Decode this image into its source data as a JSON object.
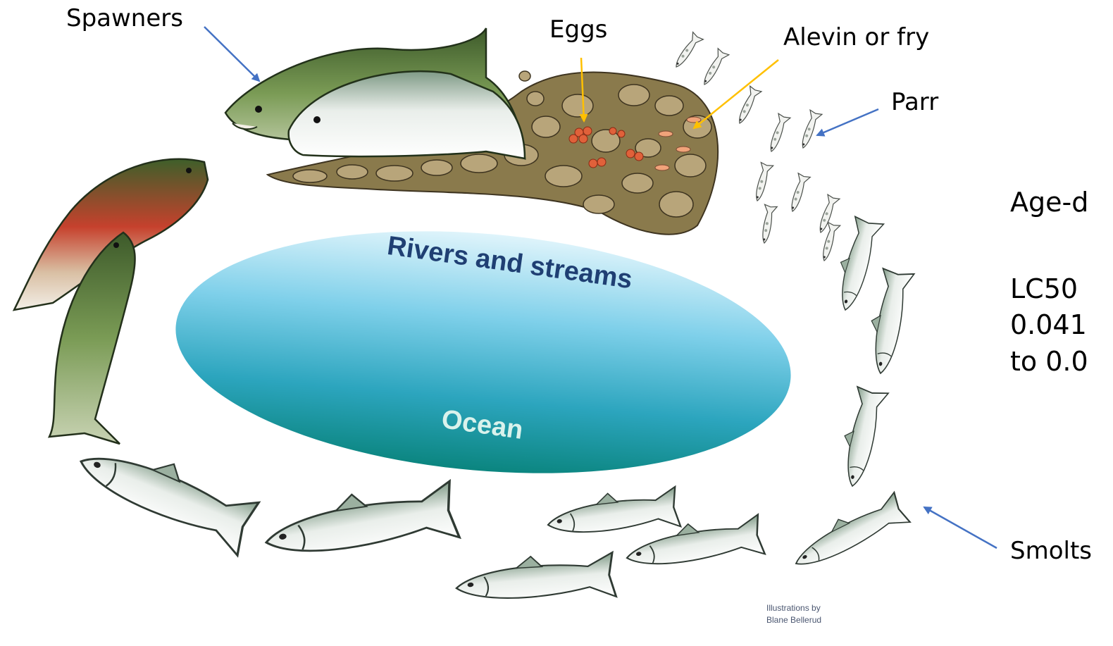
{
  "labels": {
    "spawners": "Spawners",
    "eggs": "Eggs",
    "alevin_or_fry": "Alevin or fry",
    "parr": "Parr",
    "smolts": "Smolts"
  },
  "ellipse": {
    "top_text": "Rivers and streams",
    "bottom_text": "Ocean"
  },
  "side_text": {
    "line1": "Age-d",
    "line2": "LC50",
    "line3": "0.041",
    "line4": "to 0.0"
  },
  "credit": {
    "line1": "Illustrations by",
    "line2": "Blane Bellerud"
  },
  "colors": {
    "arrow_blue": "#4472c4",
    "arrow_orange": "#ffc000",
    "ellipse_top": "#cfeef8",
    "ellipse_mid": "#4fbfdc",
    "ellipse_bottom": "#0f8e88",
    "text_dark_blue": "#1f3f73",
    "text_ocean": "#d9f2ec"
  }
}
